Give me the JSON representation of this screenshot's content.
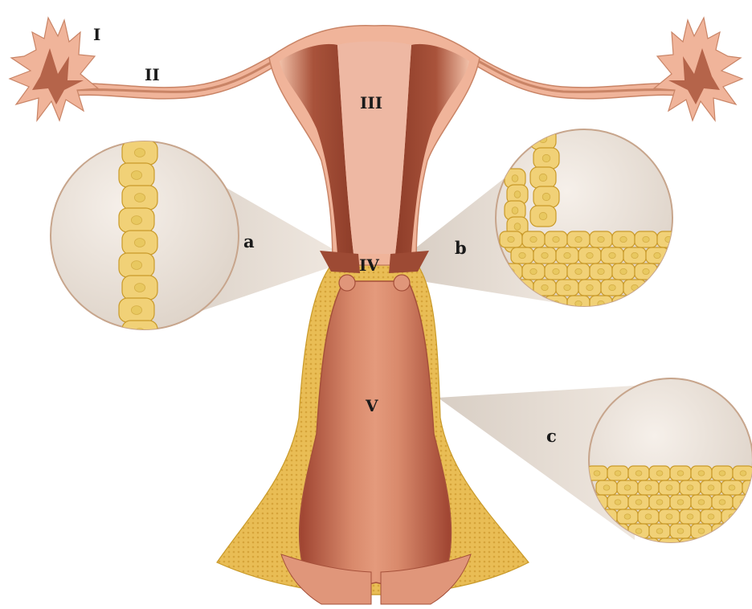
{
  "labels": {
    "region_1": "I",
    "region_2": "II",
    "region_3": "III",
    "region_4": "IV",
    "region_5": "V",
    "inset_a": "a",
    "inset_b": "b",
    "inset_c": "c"
  },
  "colors": {
    "tube_outer": "#f0b49a",
    "tube_inner": "#c98466",
    "fimbria_core": "#b5644a",
    "uterus_wall_dark": "#a9533b",
    "uterus_wall_light": "#e9ab90",
    "cavity": "#eeb8a3",
    "cervix_dark": "#9d4a34",
    "vagina_lumen": "#d98c70",
    "vagina_edge": "#a5503a",
    "epithelium_yellow": "#e6c35a",
    "epithelium_dark": "#c99a2a",
    "cell_fill": "#f1d177",
    "cell_nucleus": "#e8c860",
    "callout_cone": "#dcd3ca",
    "inset_bg": "#ebe2d9"
  }
}
